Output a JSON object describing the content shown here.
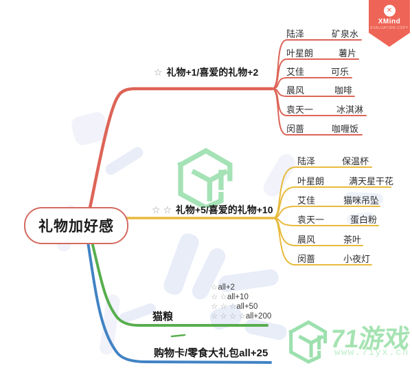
{
  "central": {
    "label": "礼物加好感"
  },
  "branch1": {
    "stars": "☆",
    "label": "礼物+1/喜爱的礼物+2",
    "color": "#dd6457",
    "items": [
      {
        "name": "陆泽",
        "gift": "矿泉水"
      },
      {
        "name": "叶星朗",
        "gift": "薯片"
      },
      {
        "name": "艾佳",
        "gift": "可乐"
      },
      {
        "name": "晨风",
        "gift": "咖啡"
      },
      {
        "name": "袁天一",
        "gift": "冰淇淋"
      },
      {
        "name": "闵蔷",
        "gift": "咖喱饭"
      }
    ]
  },
  "branch2": {
    "stars": "☆ ☆",
    "label": "礼物+5/喜爱的礼物+10",
    "color": "#e8ba3c",
    "items": [
      {
        "name": "陆泽",
        "gift": "保温杯"
      },
      {
        "name": "叶星朗",
        "gift": "满天星干花"
      },
      {
        "name": "艾佳",
        "gift": "猫咪吊坠"
      },
      {
        "name": "袁天一",
        "gift": "蛋白粉"
      },
      {
        "name": "晨风",
        "gift": "茶叶"
      },
      {
        "name": "闵蔷",
        "gift": "小夜灯"
      }
    ]
  },
  "branch3": {
    "label": "猫粮",
    "color": "#57ae4e",
    "notes": [
      {
        "stars": "☆",
        "text": "all+2"
      },
      {
        "stars": "☆ ☆",
        "text": "all+10"
      },
      {
        "stars": "☆ ☆ ☆",
        "text": "all+50"
      },
      {
        "stars": "☆ ☆ ☆ ☆",
        "text": "all+200"
      }
    ]
  },
  "branch4": {
    "label": "购物卡/零食大礼包all+25",
    "color": "#4183c4"
  },
  "xmind_badge": {
    "app": "XMind",
    "note": "Evaluation Copy",
    "x_glyph": "✕",
    "color": "#ee6557"
  },
  "site": {
    "name": "71游戏",
    "url": "www.71yx.cn",
    "color": "#a5e3b2"
  }
}
